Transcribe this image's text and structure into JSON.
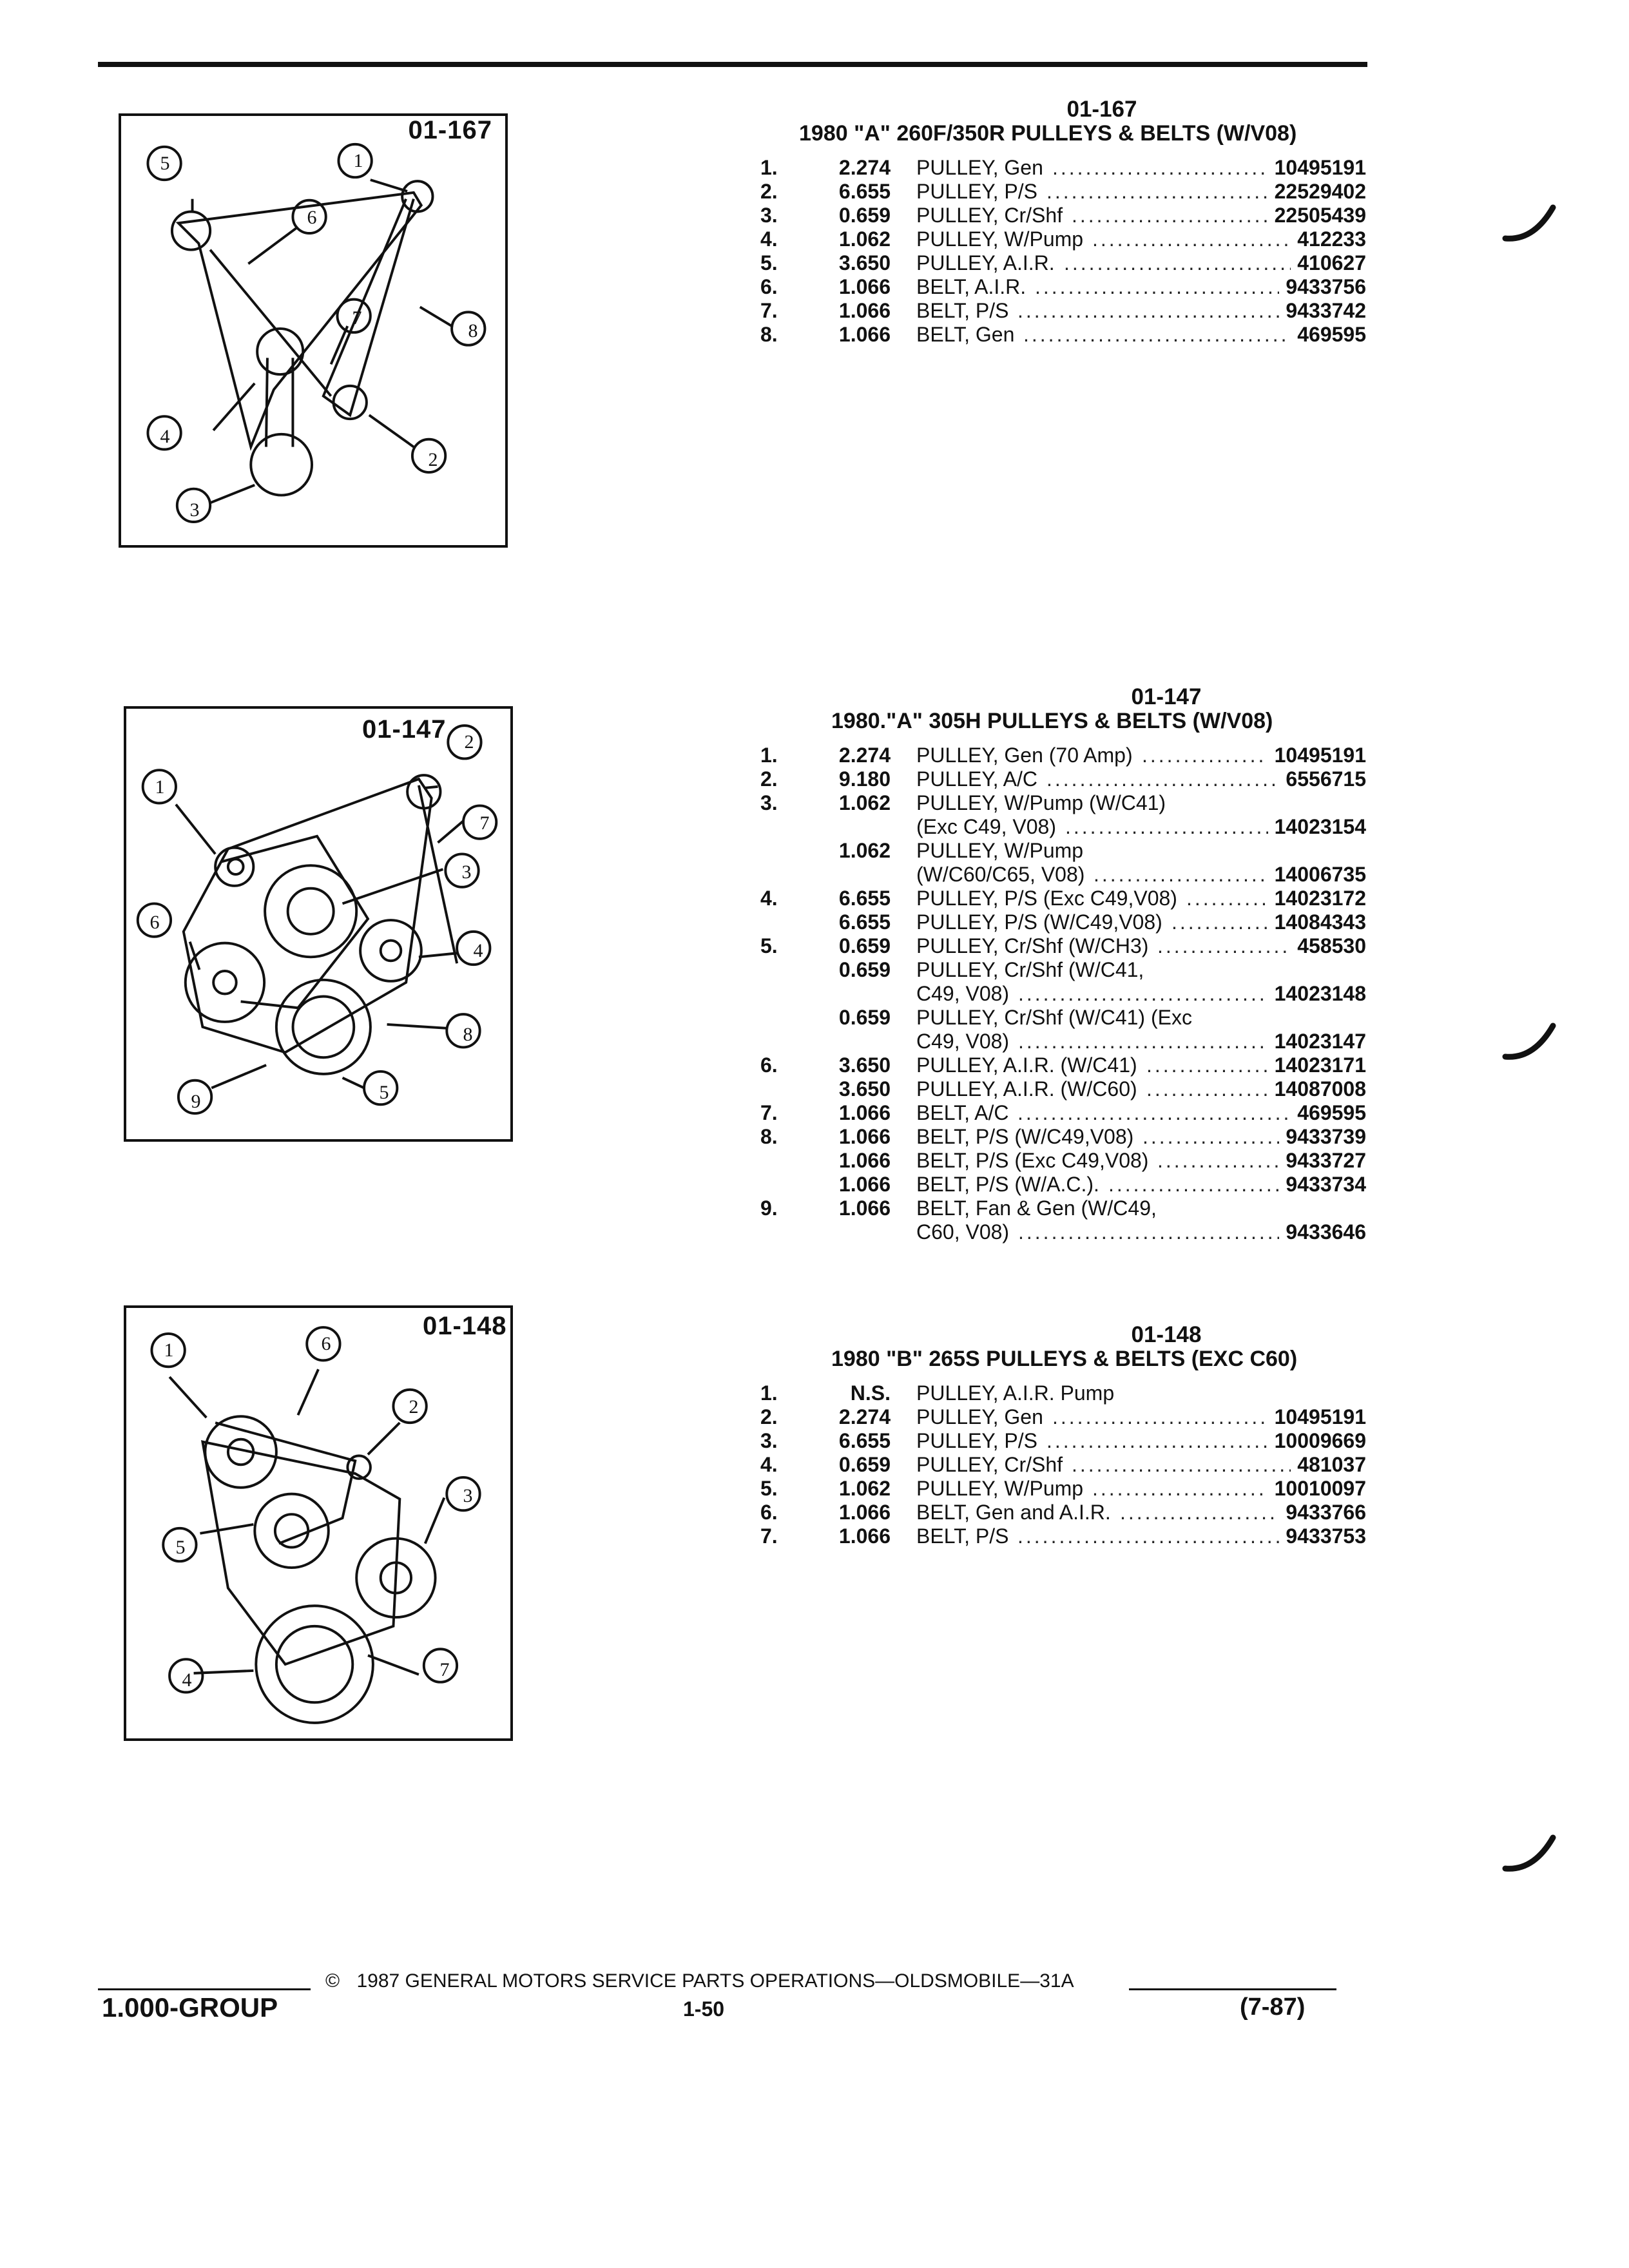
{
  "diagrams": [
    {
      "code": "01-167",
      "callouts": [
        "1",
        "2",
        "3",
        "4",
        "5",
        "6",
        "7",
        "8"
      ]
    },
    {
      "code": "01-147",
      "callouts": [
        "1",
        "2",
        "3",
        "4",
        "5",
        "6",
        "7",
        "8",
        "9"
      ]
    },
    {
      "code": "01-148",
      "callouts": [
        "1",
        "2",
        "3",
        "4",
        "5",
        "6",
        "7"
      ]
    }
  ],
  "sections": [
    {
      "code": "01-167",
      "title": "1980 \"A\" 260F/350R PULLEYS & BELTS (W/V08)",
      "rows": [
        {
          "num": "1.",
          "group": "2.274",
          "desc": "PULLEY, Gen",
          "part": "10495191"
        },
        {
          "num": "2.",
          "group": "6.655",
          "desc": "PULLEY, P/S",
          "part": "22529402"
        },
        {
          "num": "3.",
          "group": "0.659",
          "desc": "PULLEY, Cr/Shf",
          "part": "22505439"
        },
        {
          "num": "4.",
          "group": "1.062",
          "desc": "PULLEY, W/Pump",
          "part": "412233"
        },
        {
          "num": "5.",
          "group": "3.650",
          "desc": "PULLEY, A.I.R.",
          "part": "410627"
        },
        {
          "num": "6.",
          "group": "1.066",
          "desc": "BELT, A.I.R.",
          "part": "9433756"
        },
        {
          "num": "7.",
          "group": "1.066",
          "desc": "BELT, P/S",
          "part": "9433742"
        },
        {
          "num": "8.",
          "group": "1.066",
          "desc": "BELT, Gen",
          "part": "469595"
        }
      ]
    },
    {
      "code": "01-147",
      "title": "1980.\"A\" 305H PULLEYS & BELTS (W/V08)",
      "rows": [
        {
          "num": "1.",
          "group": "2.274",
          "desc": "PULLEY, Gen (70 Amp)",
          "part": "10495191"
        },
        {
          "num": "2.",
          "group": "9.180",
          "desc": "PULLEY, A/C",
          "part": "6556715"
        },
        {
          "num": "3.",
          "group": "1.062",
          "desc": "PULLEY, W/Pump (W/C41)",
          "part": ""
        },
        {
          "num": "",
          "group": "",
          "desc": "(Exc C49, V08)",
          "part": "14023154"
        },
        {
          "num": "",
          "group": "1.062",
          "desc": "PULLEY, W/Pump",
          "part": ""
        },
        {
          "num": "",
          "group": "",
          "desc": "(W/C60/C65, V08)",
          "part": "14006735"
        },
        {
          "num": "4.",
          "group": "6.655",
          "desc": "PULLEY, P/S (Exc C49,V08)",
          "part": "14023172"
        },
        {
          "num": "",
          "group": "6.655",
          "desc": "PULLEY, P/S (W/C49,V08)",
          "part": "14084343"
        },
        {
          "num": "5.",
          "group": "0.659",
          "desc": "PULLEY, Cr/Shf (W/CH3)",
          "part": "458530"
        },
        {
          "num": "",
          "group": "0.659",
          "desc": "PULLEY, Cr/Shf (W/C41,",
          "part": ""
        },
        {
          "num": "",
          "group": "",
          "desc": "C49, V08)",
          "part": "14023148"
        },
        {
          "num": "",
          "group": "0.659",
          "desc": "PULLEY, Cr/Shf (W/C41) (Exc",
          "part": ""
        },
        {
          "num": "",
          "group": "",
          "desc": "C49, V08)",
          "part": "14023147"
        },
        {
          "num": "6.",
          "group": "3.650",
          "desc": "PULLEY, A.I.R. (W/C41)",
          "part": "14023171"
        },
        {
          "num": "",
          "group": "3.650",
          "desc": "PULLEY, A.I.R. (W/C60)",
          "part": "14087008"
        },
        {
          "num": "7.",
          "group": "1.066",
          "desc": "BELT, A/C",
          "part": "469595"
        },
        {
          "num": "8.",
          "group": "1.066",
          "desc": "BELT, P/S (W/C49,V08)",
          "part": "9433739"
        },
        {
          "num": "",
          "group": "1.066",
          "desc": "BELT, P/S (Exc C49,V08)",
          "part": "9433727"
        },
        {
          "num": "",
          "group": "1.066",
          "desc": "BELT, P/S (W/A.C.).",
          "part": "9433734"
        },
        {
          "num": "9.",
          "group": "1.066",
          "desc": "BELT, Fan & Gen (W/C49,",
          "part": ""
        },
        {
          "num": "",
          "group": "",
          "desc": "C60, V08)",
          "part": "9433646"
        }
      ]
    },
    {
      "code": "01-148",
      "title": "1980 \"B\" 265S PULLEYS & BELTS (EXC C60)",
      "rows": [
        {
          "num": "1.",
          "group": "N.S.",
          "desc": "PULLEY, A.I.R. Pump",
          "part": ""
        },
        {
          "num": "2.",
          "group": "2.274",
          "desc": "PULLEY, Gen",
          "part": "10495191"
        },
        {
          "num": "3.",
          "group": "6.655",
          "desc": "PULLEY, P/S",
          "part": "10009669"
        },
        {
          "num": "4.",
          "group": "0.659",
          "desc": "PULLEY, Cr/Shf",
          "part": "481037"
        },
        {
          "num": "5.",
          "group": "1.062",
          "desc": "PULLEY, W/Pump",
          "part": "10010097"
        },
        {
          "num": "6.",
          "group": "1.066",
          "desc": "BELT, Gen and A.I.R.",
          "part": "9433766"
        },
        {
          "num": "7.",
          "group": "1.066",
          "desc": "BELT, P/S",
          "part": "9433753"
        }
      ]
    }
  ],
  "footer": {
    "copyright_symbol": "©",
    "copyright": "1987 GENERAL MOTORS SERVICE PARTS OPERATIONS—OLDSMOBILE—31A",
    "group": "1.000-GROUP",
    "page": "1-50",
    "date_code": "(7-87)"
  }
}
